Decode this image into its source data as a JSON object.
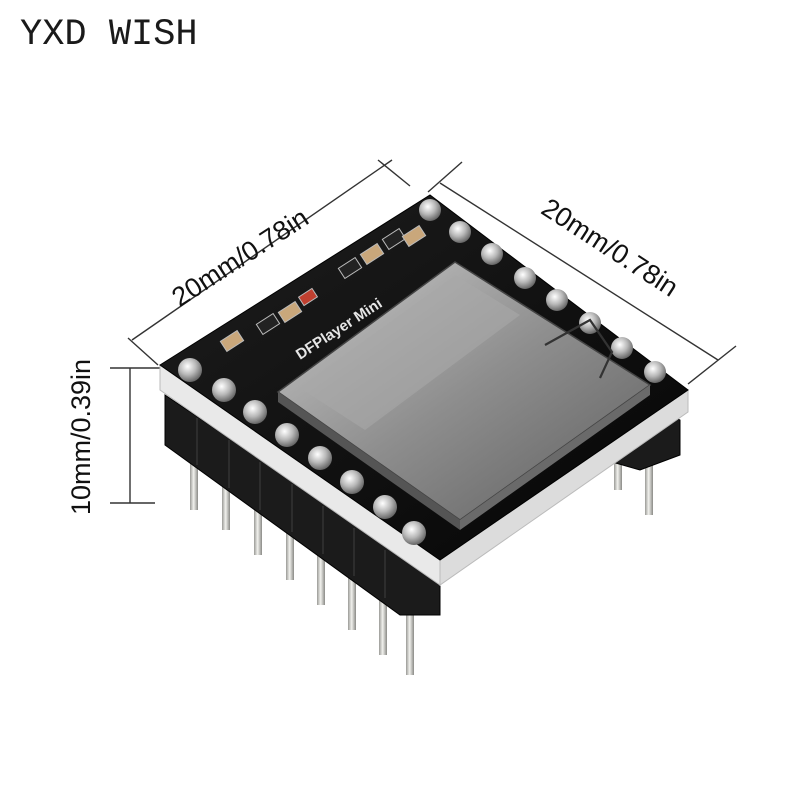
{
  "brand": "YXD WISH",
  "dimensions": {
    "top_left": "20mm/0.78in",
    "top_right": "20mm/0.78in",
    "height": "10mm/0.39in"
  },
  "board_silkscreen": "DFPlayer Mini"
}
